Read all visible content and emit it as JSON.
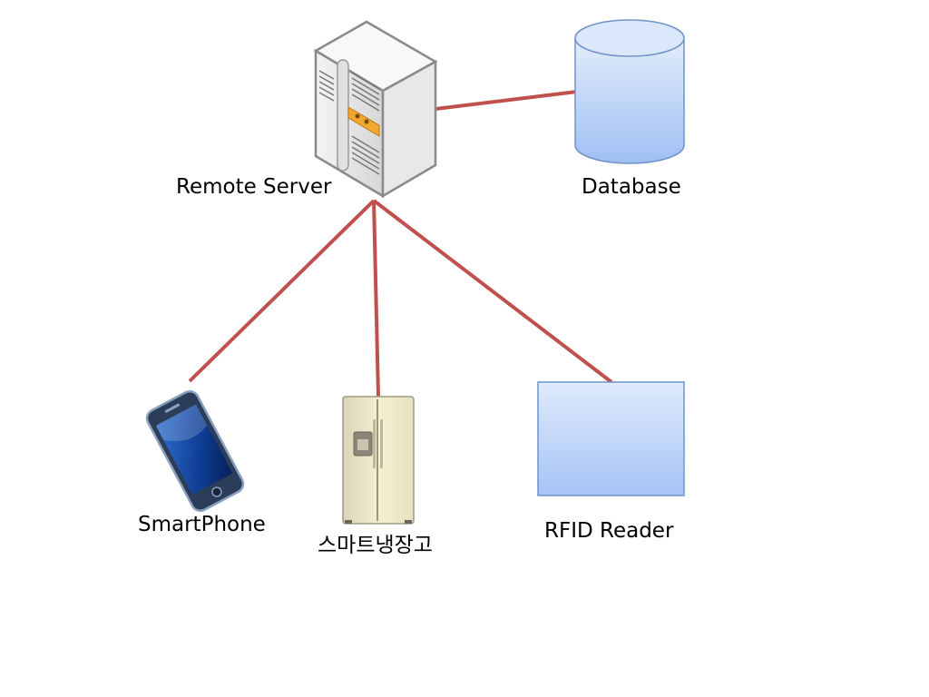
{
  "nodes": {
    "server": {
      "label": "Remote Server"
    },
    "database": {
      "label": "Database"
    },
    "phone": {
      "label": "SmartPhone"
    },
    "fridge": {
      "label": "스마트냉장고"
    },
    "rfid": {
      "label": "RFID Reader"
    }
  },
  "colors": {
    "link": "#c0504d",
    "box_fill_top": "#dbe8fb",
    "box_fill_bottom": "#a4c2f4",
    "box_stroke": "#6f94c9"
  }
}
